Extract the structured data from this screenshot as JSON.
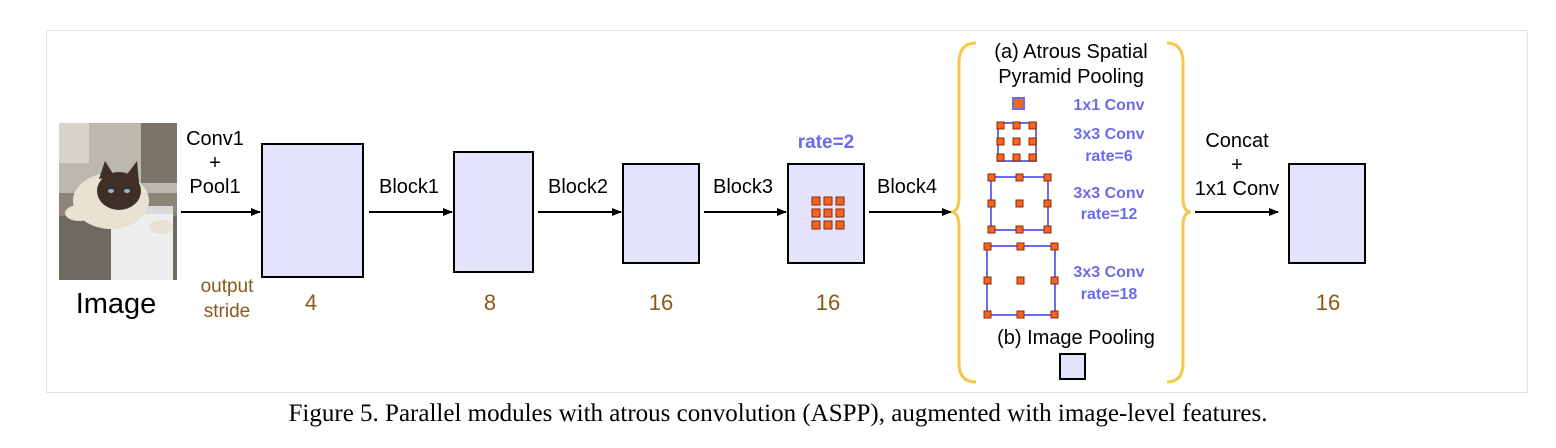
{
  "image_label": "Image",
  "ops": {
    "conv1_line1": "Conv1",
    "conv1_line2": "+",
    "conv1_line3": "Pool1",
    "block1": "Block1",
    "block2": "Block2",
    "block3": "Block3",
    "block4": "Block4",
    "concat_line1": "Concat",
    "concat_line2": "+",
    "concat_line3": "1x1 Conv"
  },
  "output_stride": {
    "label_line1": "output",
    "label_line2": "stride",
    "values": [
      "4",
      "8",
      "16",
      "16",
      "16"
    ]
  },
  "rate_label": "rate=2",
  "aspp": {
    "title_line1": "(a) Atrous Spatial",
    "title_line2": "Pyramid Pooling",
    "branches": [
      {
        "line1": "1x1 Conv",
        "line2": ""
      },
      {
        "line1": "3x3 Conv",
        "line2": "rate=6"
      },
      {
        "line1": "3x3 Conv",
        "line2": "rate=12"
      },
      {
        "line1": "3x3 Conv",
        "line2": "rate=18"
      }
    ],
    "image_pooling": "(b) Image Pooling"
  },
  "colors": {
    "feature_fill": "#e3e3fb",
    "kernel_orange": "#f26522",
    "aspp_blue": "#6b6bef",
    "stride_brown": "#8b5a16",
    "brace_yellow": "#f5c84a"
  },
  "caption": "Figure 5. Parallel modules with atrous convolution (ASPP), augmented with image-level features."
}
